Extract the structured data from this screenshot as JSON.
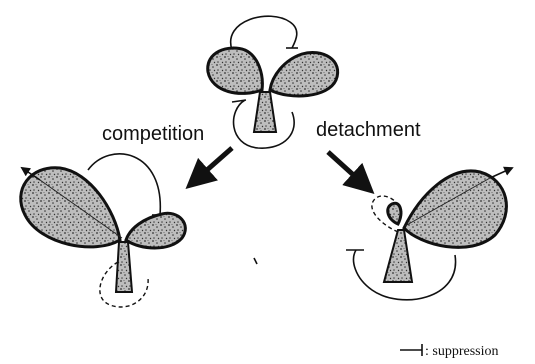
{
  "labels": {
    "competition": "competition",
    "detachment": "detachment"
  },
  "legend": {
    "text": ": suppression"
  }
}
